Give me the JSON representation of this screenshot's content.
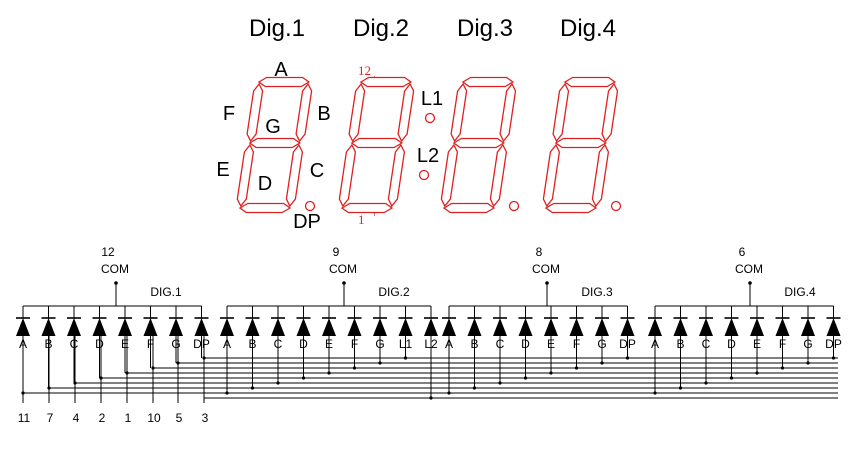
{
  "display": {
    "digit_titles": [
      "Dig.1",
      "Dig.2",
      "Dig.3",
      "Dig.4"
    ],
    "segment_labels": {
      "a": "A",
      "b": "B",
      "c": "C",
      "d": "D",
      "e": "E",
      "f": "F",
      "g": "G",
      "dp": "DP"
    },
    "colon_labels": {
      "l1": "L1",
      "l2": "L2"
    },
    "pin_marks": {
      "top_number": "12",
      "top_sign": "+",
      "bottom_number": "1",
      "bottom_sign": "+"
    }
  },
  "schematic": {
    "groups": [
      {
        "pin": "12",
        "com": "COM",
        "name": "DIG.1",
        "segments": [
          "A",
          "B",
          "C",
          "D",
          "E",
          "F",
          "G",
          "DP"
        ]
      },
      {
        "pin": "9",
        "com": "COM",
        "name": "DIG.2",
        "segments": [
          "A",
          "B",
          "C",
          "D",
          "E",
          "F",
          "G",
          "L1",
          "L2"
        ]
      },
      {
        "pin": "8",
        "com": "COM",
        "name": "DIG.3",
        "segments": [
          "A",
          "B",
          "C",
          "D",
          "E",
          "F",
          "G",
          "DP"
        ]
      },
      {
        "pin": "6",
        "com": "COM",
        "name": "DIG.4",
        "segments": [
          "A",
          "B",
          "C",
          "D",
          "E",
          "F",
          "G",
          "DP"
        ]
      }
    ],
    "bottom_pins": [
      "11",
      "7",
      "4",
      "2",
      "1",
      "10",
      "5",
      "3"
    ]
  },
  "colors": {
    "segment_outline": "#e02020",
    "wire": "#000000"
  }
}
